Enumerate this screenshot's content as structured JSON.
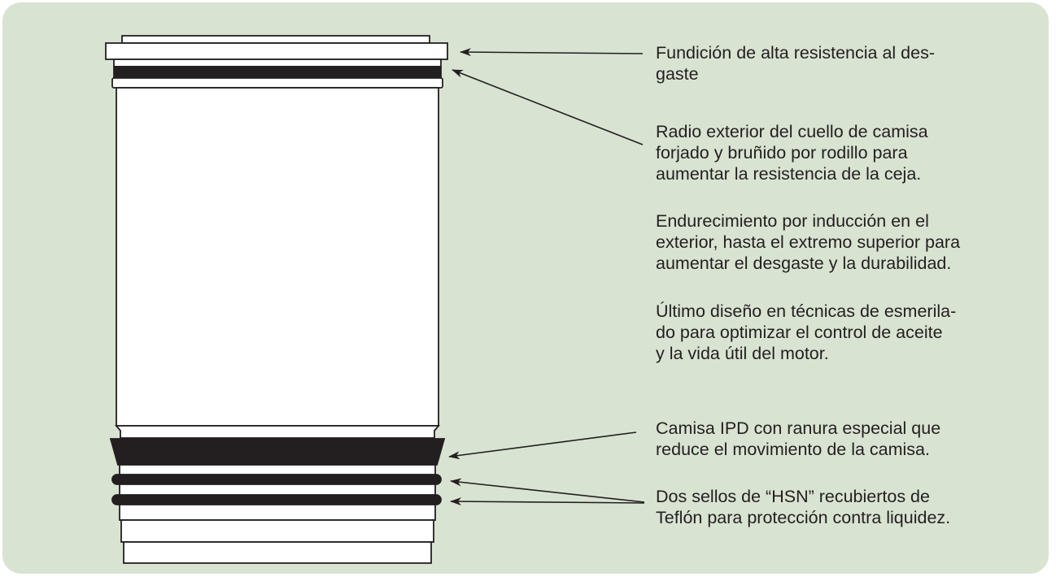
{
  "callouts": [
    {
      "text": "Fundición de alta resistencia al des-\ngaste"
    },
    {
      "text": "Radio exterior del  cuello de camisa\nforjado y bruñido por rodillo para\naumentar la resistencia de la ceja."
    },
    {
      "text": "Endurecimiento por inducción en el\nexterior, hasta el extremo superior para\naumentar el desgaste y la durabilidad."
    },
    {
      "text": "Último diseño en técnicas de esmerila-\ndo para optimizar  el control de aceite\ny la vida útil del motor."
    },
    {
      "text": "Camisa IPD con ranura especial que\nreduce el movimiento de la camisa."
    },
    {
      "text": "Dos sellos de “HSN”  recubiertos de\nTeflón para protección contra liquidez."
    }
  ],
  "colors": {
    "background": "#d9e3d2",
    "border": "#ffffff",
    "ink": "#231f20",
    "liner_fill": "#ffffff"
  }
}
